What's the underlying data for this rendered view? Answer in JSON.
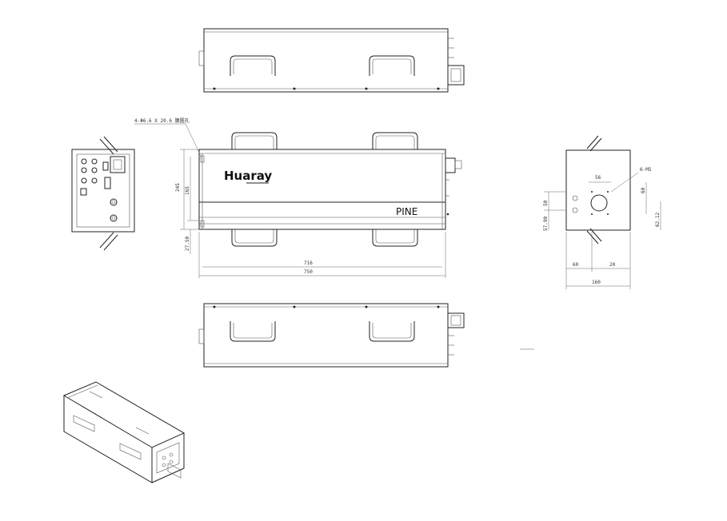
{
  "brand": "Huaray",
  "model": "PINE",
  "labels": {
    "hole_note": "4-Φ6.6 X 20.6 腰圆孔",
    "screw_note": "6-M5",
    "dim_height_245": "245",
    "dim_height_165": "165",
    "dim_bottom_27_50": "27.50",
    "dim_len_716": "716",
    "dim_len_750": "750",
    "dim_56": "56",
    "dim_60_v": "60",
    "dim_50": "50",
    "dim_57_90": "57.90",
    "dim_62_12": "62.12",
    "dim_60_h": "60",
    "dim_20": "20",
    "dim_160": "160"
  }
}
